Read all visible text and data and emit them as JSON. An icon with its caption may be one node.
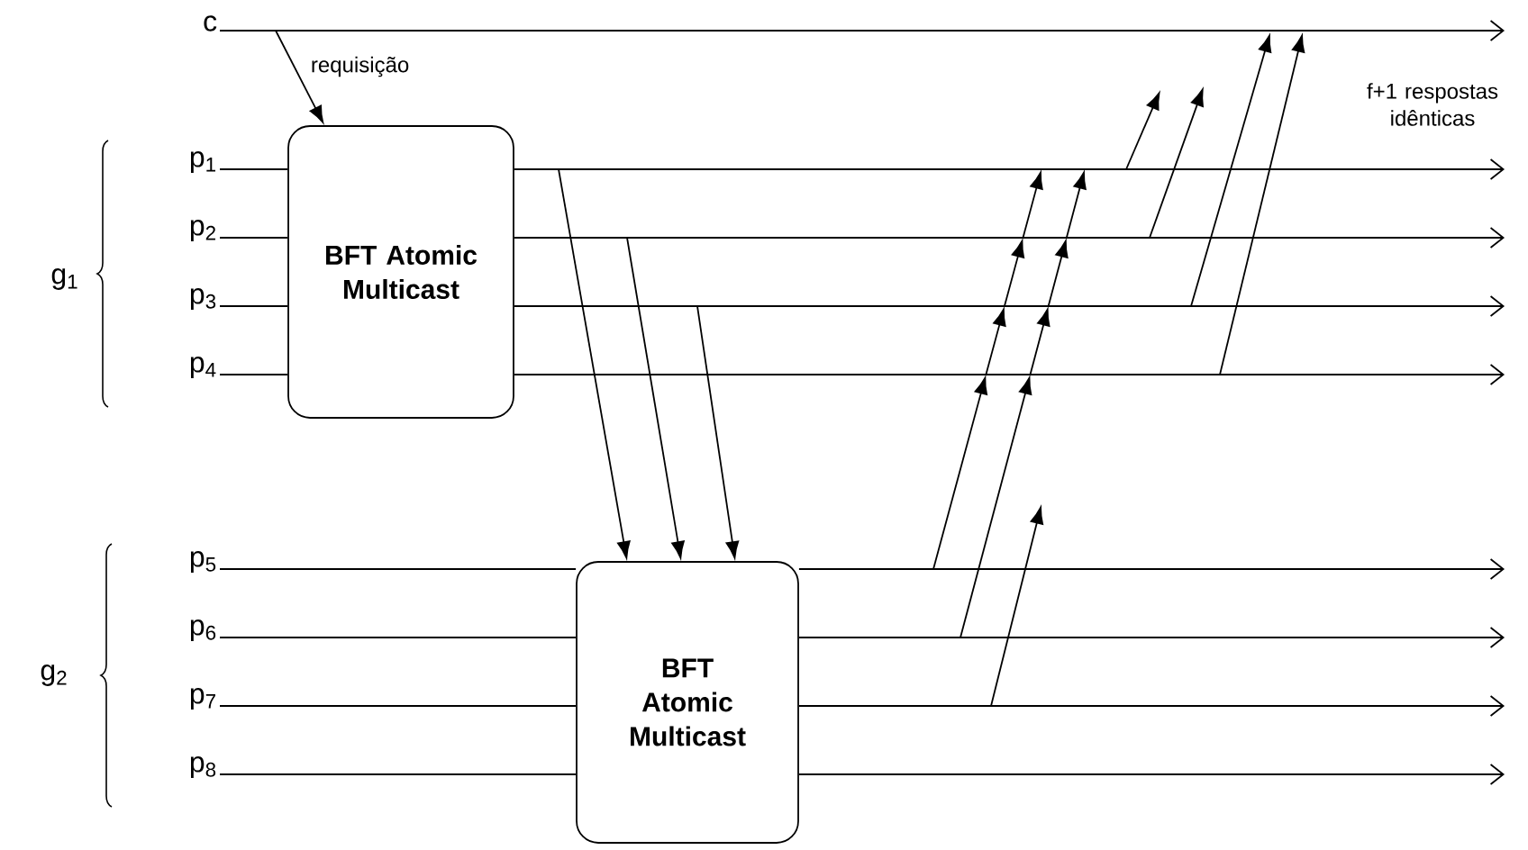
{
  "diagram": {
    "nodes": [
      {
        "text": [
          "c"
        ]
      },
      {
        "text": [
          "p$_{1}$"
        ]
      },
      {
        "text": [
          "p$_{2}$"
        ]
      },
      {
        "text": [
          "p$_{3}$"
        ]
      },
      {
        "text": [
          "p$_{4}$"
        ]
      },
      {
        "text": [
          "BFT Atomic Multicast"
        ]
      },
      {
        "text": [
          "p$_{5}$"
        ]
      },
      {
        "text": [
          "p$_{6}$"
        ]
      },
      {
        "text": [
          "p$_{7}$"
        ]
      },
      {
        "text": [
          "p$_{8}$"
        ]
      },
      {
        "text": [
          "BFT Atomic Multicast"
        ]
      }
    ],
    "edges": [
      {
        "from": 0,
        "to": null,
        "arrow": "to"
      },
      {
        "from": 1,
        "to": 5,
        "arrow": "none"
      },
      {
        "from": 2,
        "to": 5,
        "arrow": "none"
      },
      {
        "from": 3,
        "to": 5,
        "arrow": "none"
      },
      {
        "from": 4,
        "to": 5,
        "arrow": "none"
      },
      {
        "from": 5,
        "to": null,
        "arrow": "to"
      },
      {
        "from": 5,
        "to": null,
        "arrow": "to"
      },
      {
        "from": 5,
        "to": null,
        "arrow": "to"
      },
      {
        "from": 5,
        "to": null,
        "arrow": "to"
      },
      {
        "from": null,
        "to": 5,
        "arrow": "to",
        "label": "requisição"
      },
      {
        "from": 6,
        "to": 10,
        "arrow": "none"
      },
      {
        "from": 7,
        "to": 10,
        "arrow": "none"
      },
      {
        "from": 8,
        "to": 10,
        "arrow": "none"
      },
      {
        "from": 9,
        "to": 10,
        "arrow": "none"
      },
      {
        "from": 10,
        "to": null,
        "arrow": "to"
      },
      {
        "from": 10,
        "to": null,
        "arrow": "to"
      },
      {
        "from": 10,
        "to": null,
        "arrow": "to"
      },
      {
        "from": 10,
        "to": null,
        "arrow": "to"
      },
      {
        "from": null,
        "to": 10,
        "arrow": "to"
      },
      {
        "from": null,
        "to": 10,
        "arrow": "to"
      },
      {
        "from": null,
        "to": 10,
        "arrow": "to"
      }
    ],
    "labels": [
      "g$_{1}$",
      "g$_{2}$",
      "f+1 respostas idênticas"
    ]
  }
}
